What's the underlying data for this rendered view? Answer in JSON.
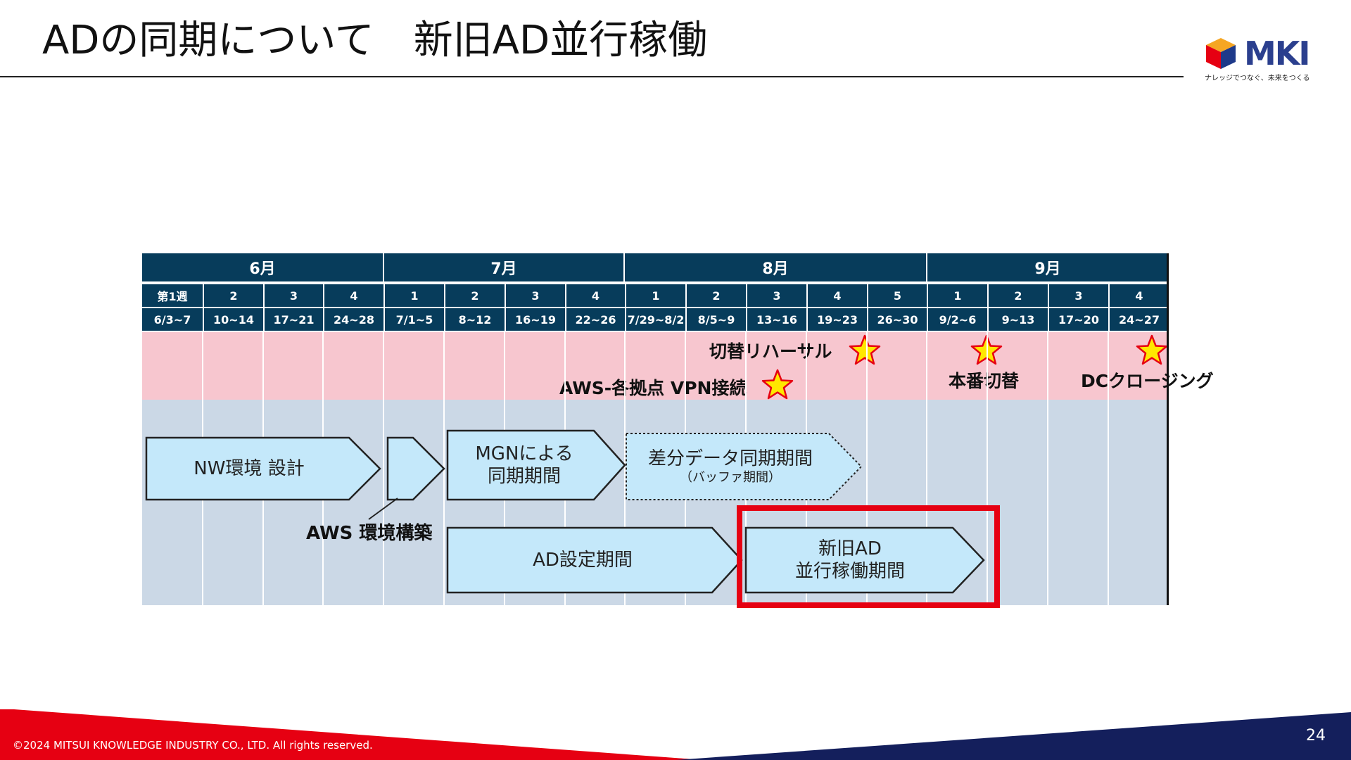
{
  "slide": {
    "title": "ADの同期について　新旧AD並行稼働",
    "page_number": "24",
    "copyright": "©2024 MITSUI KNOWLEDGE INDUSTRY CO., LTD. All rights reserved."
  },
  "logo": {
    "text": "MKI",
    "tagline": "ナレッジでつなぐ、未来をつくる",
    "colors": {
      "red": "#e60012",
      "blue": "#1e3a8a",
      "orange": "#f5a623"
    }
  },
  "schedule": {
    "months": [
      "6月",
      "7月",
      "8月",
      "9月"
    ],
    "weeks": [
      {
        "week": "第1週",
        "dates": "6/3~7"
      },
      {
        "week": "2",
        "dates": "10~14"
      },
      {
        "week": "3",
        "dates": "17~21"
      },
      {
        "week": "4",
        "dates": "24~28"
      },
      {
        "week": "1",
        "dates": "7/1~5"
      },
      {
        "week": "2",
        "dates": "8~12"
      },
      {
        "week": "3",
        "dates": "16~19"
      },
      {
        "week": "4",
        "dates": "22~26"
      },
      {
        "week": "1",
        "dates": "7/29~8/2"
      },
      {
        "week": "2",
        "dates": "8/5~9"
      },
      {
        "week": "3",
        "dates": "13~16"
      },
      {
        "week": "4",
        "dates": "19~23"
      },
      {
        "week": "5",
        "dates": "26~30"
      },
      {
        "week": "1",
        "dates": "9/2~6"
      },
      {
        "week": "2",
        "dates": "9~13"
      },
      {
        "week": "3",
        "dates": "17~20"
      },
      {
        "week": "4",
        "dates": "24~27"
      }
    ],
    "milestones": {
      "rehearsal": "切替リハーサル",
      "vpn": "AWS-各拠点 VPN接続",
      "cutover": "本番切替",
      "dc_closing": "DCクロージング"
    },
    "tasks": {
      "nw_design": "NW環境 設計",
      "mgn_sync_line1": "MGNによる",
      "mgn_sync_line2": "同期期間",
      "diff_sync": "差分データ同期期間",
      "diff_sync_note": "（バッファ期間）",
      "aws_build": "AWS 環境構築",
      "ad_setup": "AD設定期間",
      "parallel_line1": "新旧AD",
      "parallel_line2": "並行稼働期間"
    },
    "colors": {
      "header": "#073c5b",
      "milestone_band": "#f7c6cf",
      "task_band": "#cbd8e6",
      "task_fill": "#c4e8fa",
      "star_fill": "#ffe800",
      "star_stroke": "#e60012",
      "highlight": "#e60012"
    }
  }
}
